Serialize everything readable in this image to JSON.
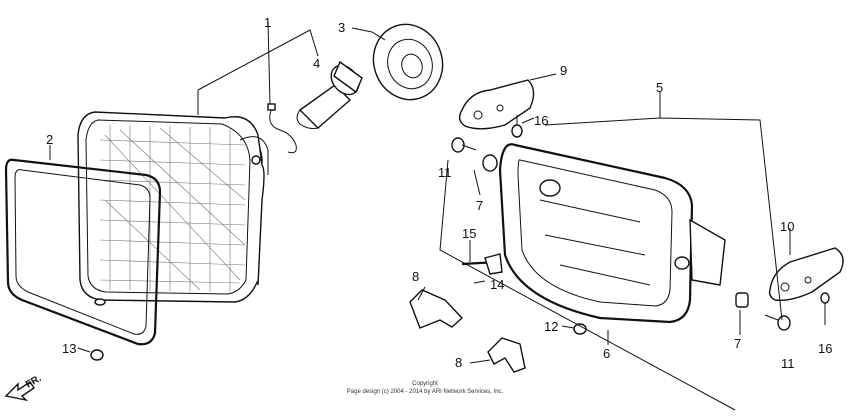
{
  "diagram": {
    "callouts": [
      {
        "id": "c1",
        "label": "1"
      },
      {
        "id": "c2",
        "label": "2"
      },
      {
        "id": "c3",
        "label": "3"
      },
      {
        "id": "c4",
        "label": "4"
      },
      {
        "id": "c5",
        "label": "5"
      },
      {
        "id": "c6",
        "label": "6"
      },
      {
        "id": "c7a",
        "label": "7"
      },
      {
        "id": "c7b",
        "label": "7"
      },
      {
        "id": "c8a",
        "label": "8"
      },
      {
        "id": "c8b",
        "label": "8"
      },
      {
        "id": "c9",
        "label": "9"
      },
      {
        "id": "c10",
        "label": "10"
      },
      {
        "id": "c11a",
        "label": "11"
      },
      {
        "id": "c11b",
        "label": "11"
      },
      {
        "id": "c12",
        "label": "12"
      },
      {
        "id": "c13",
        "label": "13"
      },
      {
        "id": "c14",
        "label": "14"
      },
      {
        "id": "c15",
        "label": "15"
      },
      {
        "id": "c16a",
        "label": "16"
      },
      {
        "id": "c16b",
        "label": "16"
      }
    ],
    "direction_label": "FR.",
    "copyright_line1": "Copyright",
    "copyright_line2": "Page design (c) 2004 - 2014 by ARI Network Services, Inc."
  }
}
